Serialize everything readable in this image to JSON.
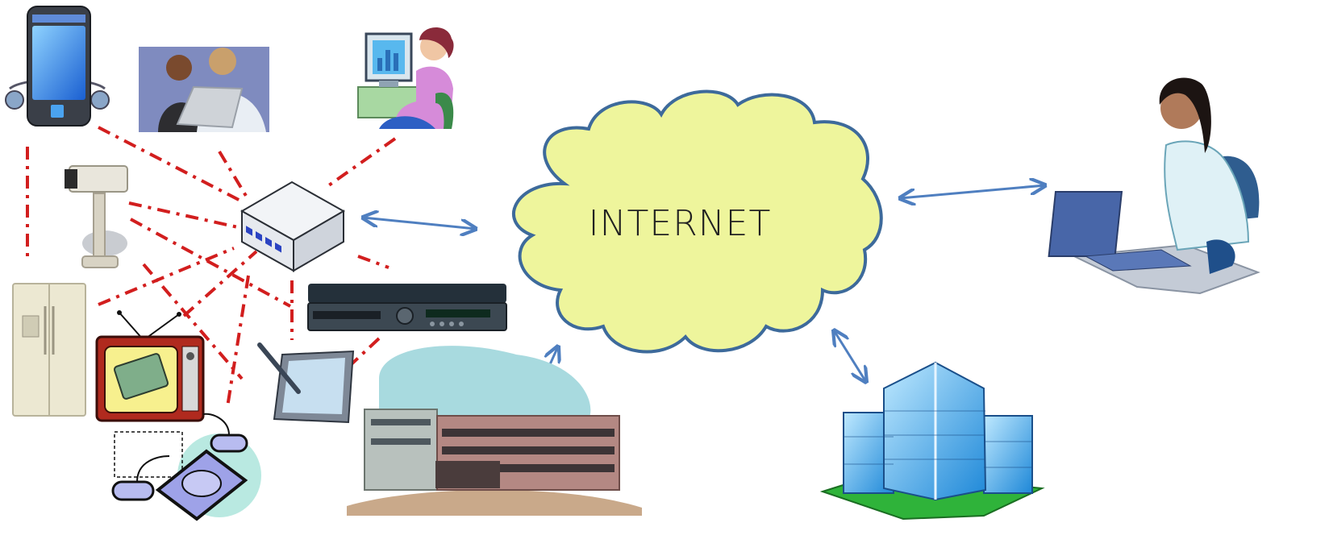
{
  "cloud": {
    "label": "INTERNET",
    "fill": "#eef59c",
    "stroke": "#3d6a9b"
  },
  "colors": {
    "wireless_link": "#d21e1e",
    "internet_link": "#4f7fc0"
  },
  "nodes": [
    {
      "id": "smartphone",
      "icon": "smartphone-icon"
    },
    {
      "id": "colleagues-laptop",
      "icon": "people-with-laptop-icon"
    },
    {
      "id": "desktop-user",
      "icon": "woman-at-desktop-icon"
    },
    {
      "id": "security-camera",
      "icon": "security-camera-icon"
    },
    {
      "id": "home-gateway",
      "icon": "router-icon"
    },
    {
      "id": "refrigerator",
      "icon": "refrigerator-icon"
    },
    {
      "id": "television",
      "icon": "television-icon"
    },
    {
      "id": "set-top-box",
      "icon": "set-top-box-icon"
    },
    {
      "id": "graphics-tablet",
      "icon": "graphics-tablet-icon"
    },
    {
      "id": "game-console",
      "icon": "game-console-icon"
    },
    {
      "id": "school-building",
      "icon": "school-building-icon"
    },
    {
      "id": "office-building",
      "icon": "office-building-icon"
    },
    {
      "id": "remote-user",
      "icon": "woman-with-laptop-icon"
    }
  ]
}
